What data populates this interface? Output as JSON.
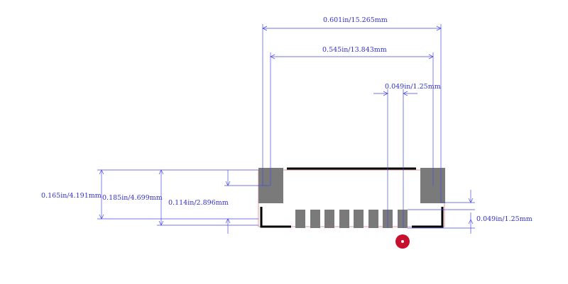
{
  "colors": {
    "dimension": "#3a3ae0",
    "pad": "#7a7a7a",
    "outline": "#000000",
    "courtyard": "#d84a4a",
    "pin1_marker": "#c8102e"
  },
  "dimensions": {
    "overall_width": "0.601in/15.265mm",
    "pad_span": "0.545in/13.843mm",
    "pitch": "0.049in/1.25mm",
    "overall_height": "0.165in/4.191mm",
    "mount_height": "0.185in/4.699mm",
    "mount_pad_height": "0.114in/2.896mm",
    "signal_pad_length": "0.049in/1.25mm"
  },
  "footprint": {
    "signal_pad_count": 8,
    "mount_pad_count": 2
  }
}
